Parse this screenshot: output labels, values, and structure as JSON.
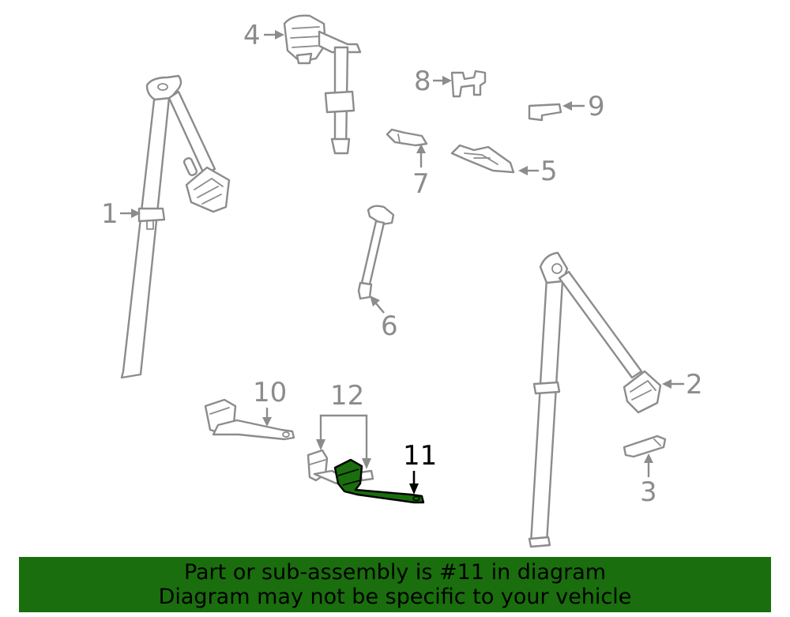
{
  "diagram": {
    "callouts": {
      "c1": "1",
      "c2": "2",
      "c3": "3",
      "c4": "4",
      "c5": "5",
      "c6": "6",
      "c7": "7",
      "c8": "8",
      "c9": "9",
      "c10": "10",
      "c11": "11",
      "c12": "12"
    },
    "highlighted_part": "11",
    "highlight_color": "#1a6e0d",
    "line_color": "#8c8c8c"
  },
  "banner": {
    "line1": "Part or sub-assembly is #11 in diagram",
    "line2": "Diagram may not be specific to your vehicle",
    "background": "#1a6e0d"
  }
}
